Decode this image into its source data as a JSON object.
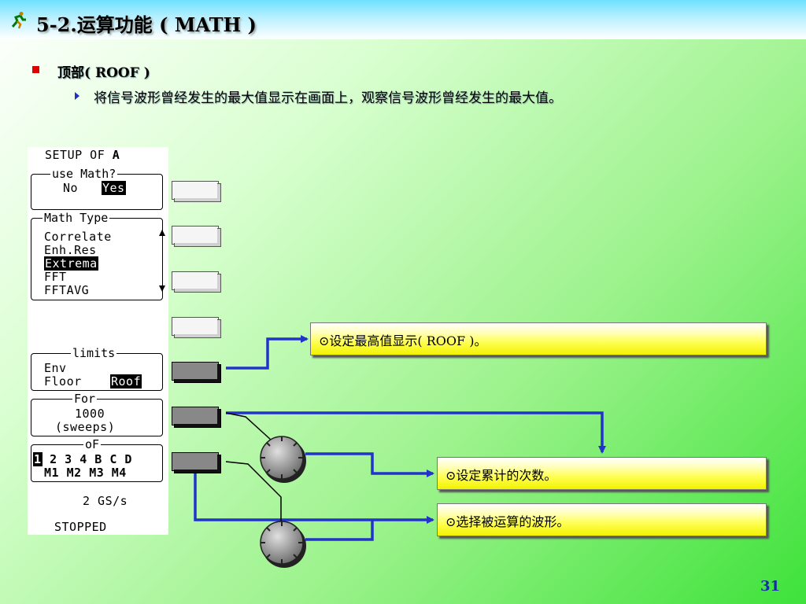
{
  "slide": {
    "title": "5-2.运算功能 ( MATH )",
    "heading": "顶部( ROOF )",
    "description": "将信号波形曾经发生的最大值显示在画面上，观察信号波形曾经发生的最大值。",
    "page_number": "31"
  },
  "scope": {
    "header_prefix": "SETUP OF",
    "header_channel": "A",
    "use_math": {
      "legend": "use Math?",
      "no": "No",
      "yes": "Yes"
    },
    "math_type": {
      "legend": "Math Type",
      "items": [
        "Correlate",
        "Enh.Res",
        "Extrema",
        "FFT",
        "FFTAVG"
      ]
    },
    "limits": {
      "legend": "limits",
      "env": "Env",
      "floor": "Floor",
      "roof": "Roof"
    },
    "for": {
      "legend": "For",
      "value": "1000",
      "unit": "(sweeps)"
    },
    "of": {
      "legend": "oF",
      "row1": [
        "1",
        "2",
        "3",
        "4",
        "B",
        "C",
        "D"
      ],
      "row2": [
        "M1",
        "M2",
        "M3",
        "M4"
      ]
    },
    "sample_rate": "2 GS/s",
    "status": "STOPPED"
  },
  "callouts": [
    {
      "text": "⊙设定最高值显示( ROOF )。"
    },
    {
      "text": "⊙设定累计的次数。"
    },
    {
      "text": "⊙选择被运算的波形。"
    }
  ],
  "colors": {
    "arrow": "#2233cc",
    "bullet": "#e00000",
    "title_accent": "#1030a0"
  }
}
